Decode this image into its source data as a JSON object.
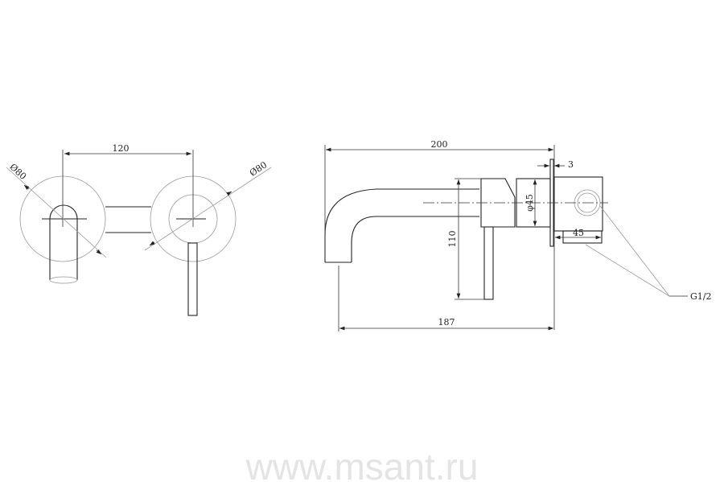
{
  "dimensions": {
    "center_distance": "120",
    "left_plate_diameter": "Ø80",
    "right_plate_diameter": "Ø80",
    "overall_length": "200",
    "spout_reach": "187",
    "height": "110",
    "body_diameter": "φ45",
    "plate_thickness": "3",
    "box_depth": "45",
    "thread": "G1/2"
  },
  "watermark": "www.msant.ru"
}
